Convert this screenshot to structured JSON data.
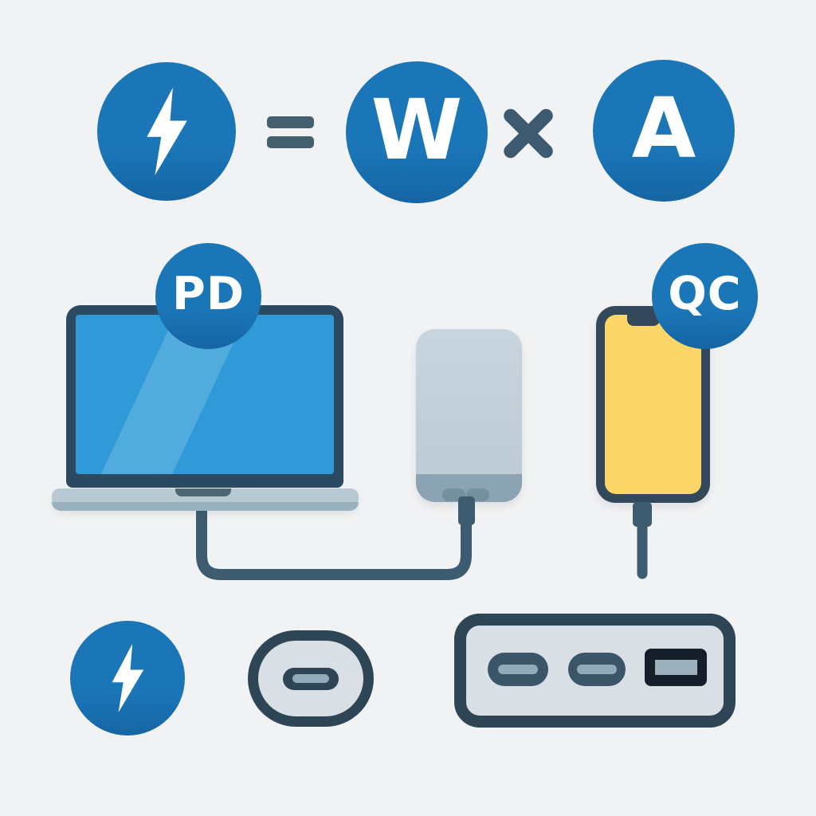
{
  "colors": {
    "bg": "#f1f2f3",
    "blue": "#1b76b7",
    "blue_deep": "#1565a3",
    "white": "#ffffff",
    "slate": "#44606f",
    "cross": "#3d5a70",
    "dark_frame": "#2b4961",
    "screen_blue": "#2f9ad7",
    "laptop_base": "#b7c9d3",
    "laptop_base_lip": "#9ab1bf",
    "hinge_notch": "#4d6775",
    "cable": "#3e5c70",
    "bank_body_top": "#c8d4de",
    "bank_body_bottom": "#bccad6",
    "bank_band": "#8ba3b3",
    "bank_port": "#74909f",
    "phone_frame": "#33495b",
    "phone_screen": "#fcd767",
    "ring_dark": "#2e4556",
    "port_face": "#d8e0e6",
    "port_pill": "#3b5669",
    "tongue": "#93aab8",
    "usba_outer": "#141f29",
    "usba_inner": "#9cb1bd"
  },
  "formula": {
    "power_icon": "lightning-bolt",
    "equals_symbol": "=",
    "watts_symbol": "W",
    "multiply_symbol": "×",
    "amps_symbol": "A"
  },
  "badges": {
    "power_delivery": "PD",
    "quick_charge": "QC"
  },
  "scene": {
    "left_device": "laptop",
    "middle_device": "power-bank",
    "right_device": "smartphone",
    "connection": "usb-charging-cables"
  },
  "bottom_row": {
    "power_icon": "lightning-bolt",
    "connector": "usb-c-connector",
    "charger": "power-bank-with-ports",
    "charger_ports": [
      "usb-c",
      "usb-c",
      "usb-a"
    ]
  }
}
